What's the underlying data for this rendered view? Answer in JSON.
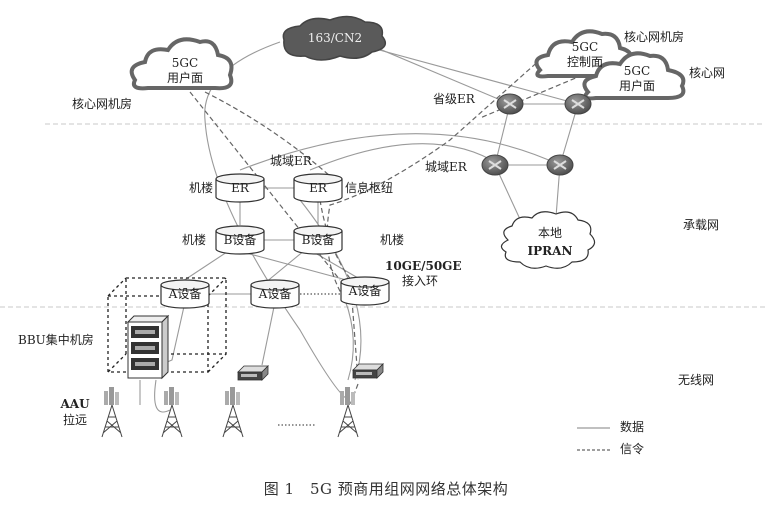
{
  "zones": {
    "core_left": "核心网机房",
    "core_right_room": "核心网机房",
    "core_right": "核心网",
    "bearer": "承载网",
    "wireless": "无线网"
  },
  "clouds": {
    "cn2": "163/CN2",
    "upf_left": [
      "5GC",
      "用户面"
    ],
    "cp_right": [
      "5GC",
      "控制面"
    ],
    "upf_right": [
      "5GC",
      "用户面"
    ],
    "ipran": [
      "本地",
      "IPRAN"
    ]
  },
  "nodes": {
    "er_left": "ER",
    "er_right": "ER",
    "b_left": "B设备",
    "b_right": "B设备",
    "a1": "A设备",
    "a2": "A设备",
    "a3": "A设备"
  },
  "labels": {
    "metro_er_top": "城域ER",
    "building_er": "机楼",
    "info_hub": "信息枢纽",
    "building_b_left": "机楼",
    "building_b_right": "机楼",
    "access_ring": [
      "10GE/50GE",
      "接入环"
    ],
    "provincial_er": "省级ER",
    "metro_er_right": "城域ER",
    "bbu_room": "BBU集中机房",
    "aau": [
      "AAU",
      "拉远"
    ],
    "ellipsis_tower": "··········"
  },
  "legend": {
    "data": "数据",
    "signaling": "信令"
  },
  "caption": "图 1　5G 预商用组网网络总体架构",
  "colors": {
    "line": "#9a9a9a",
    "dark": "#555555",
    "cloud_dark": "#5a5a5a",
    "router": "#6b6b6b"
  }
}
